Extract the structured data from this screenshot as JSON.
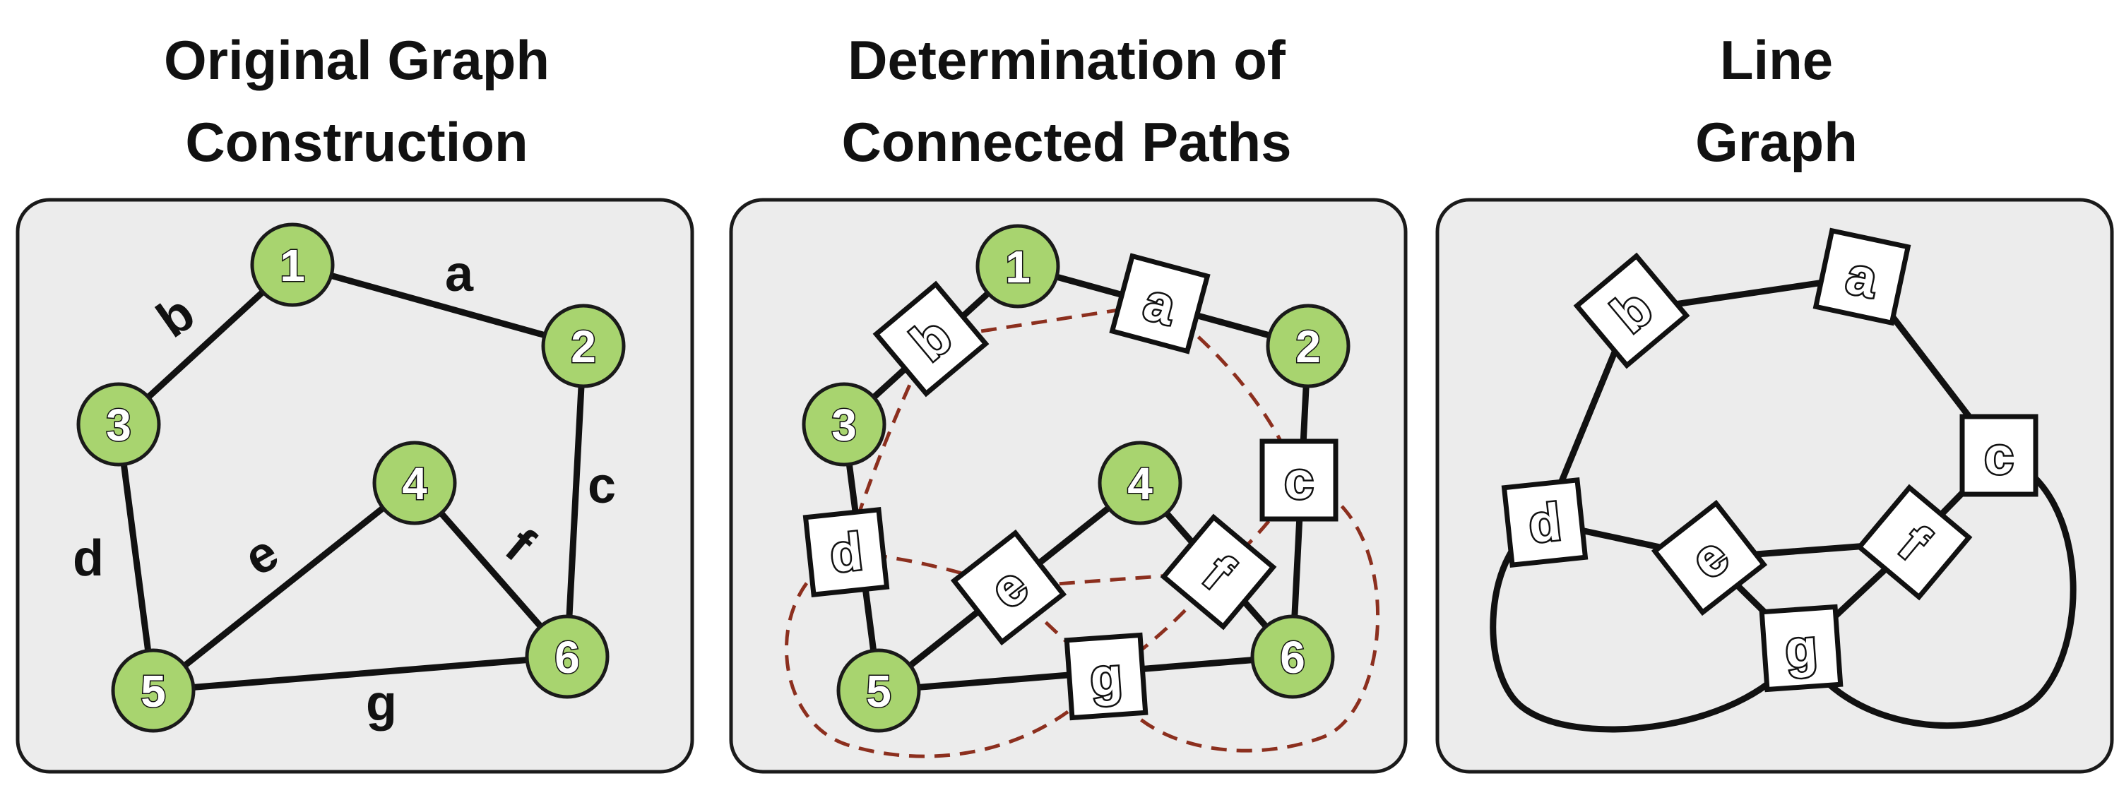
{
  "panels": [
    {
      "title_lines": [
        "Original Graph",
        "Construction"
      ],
      "nodes": [
        "1",
        "2",
        "3",
        "4",
        "5",
        "6"
      ],
      "edge_labels": [
        "a",
        "b",
        "c",
        "d",
        "e",
        "f",
        "g"
      ]
    },
    {
      "title_lines": [
        "Determination of",
        "Connected Paths"
      ],
      "nodes": [
        "1",
        "2",
        "3",
        "4",
        "5",
        "6"
      ],
      "edge_labels": [
        "a",
        "b",
        "c",
        "d",
        "e",
        "f",
        "g"
      ]
    },
    {
      "title_lines": [
        "Line",
        "Graph"
      ],
      "edge_labels": [
        "a",
        "b",
        "c",
        "d",
        "e",
        "f",
        "g"
      ]
    }
  ],
  "colors": {
    "node_fill": "#a8d46f",
    "panel_fill": "#ececec",
    "path_dash": "#8c2f1e",
    "edge": "#111111"
  }
}
